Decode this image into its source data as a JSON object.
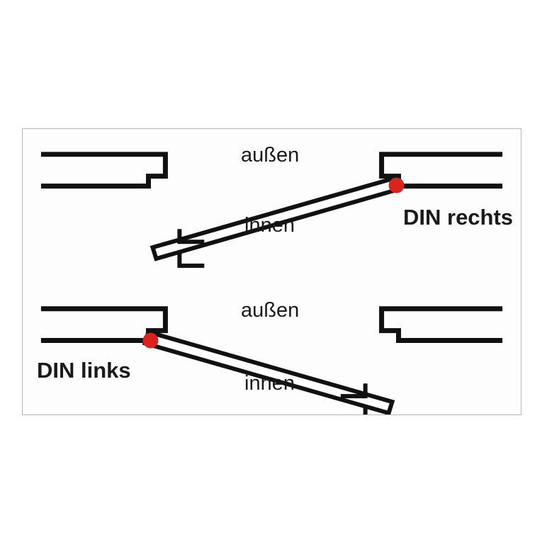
{
  "page": {
    "background_color": "#ffffff",
    "frame_border_color": "#b8b8b8",
    "line_color": "#111111",
    "hinge_color": "#d8231f",
    "title": "DIN rechts / DIN links"
  },
  "diagrams": [
    {
      "id": "din-rechts",
      "name": "DIN rechts",
      "label": "DIN rechts",
      "outside_label": "außen",
      "inside_label": "innen",
      "hinge_side": "right",
      "hinge_marker": "red-dot",
      "door_leaf_direction": "opens-inward-to-left",
      "jambs": [
        "left-jamb",
        "right-jamb"
      ],
      "handle_marker": "handle-hatch"
    },
    {
      "id": "din-links",
      "name": "DIN links",
      "label": "DIN links",
      "outside_label": "außen",
      "inside_label": "innen",
      "hinge_side": "left",
      "hinge_marker": "red-dot",
      "door_leaf_direction": "opens-inward-to-right",
      "jambs": [
        "left-jamb",
        "right-jamb"
      ],
      "handle_marker": "handle-hatch"
    }
  ],
  "labels": {
    "aussen_top": "außen",
    "innen_top": "innen",
    "din_rechts": "DIN rechts",
    "aussen_bottom": "außen",
    "innen_bottom": "innen",
    "din_links": "DIN links"
  }
}
